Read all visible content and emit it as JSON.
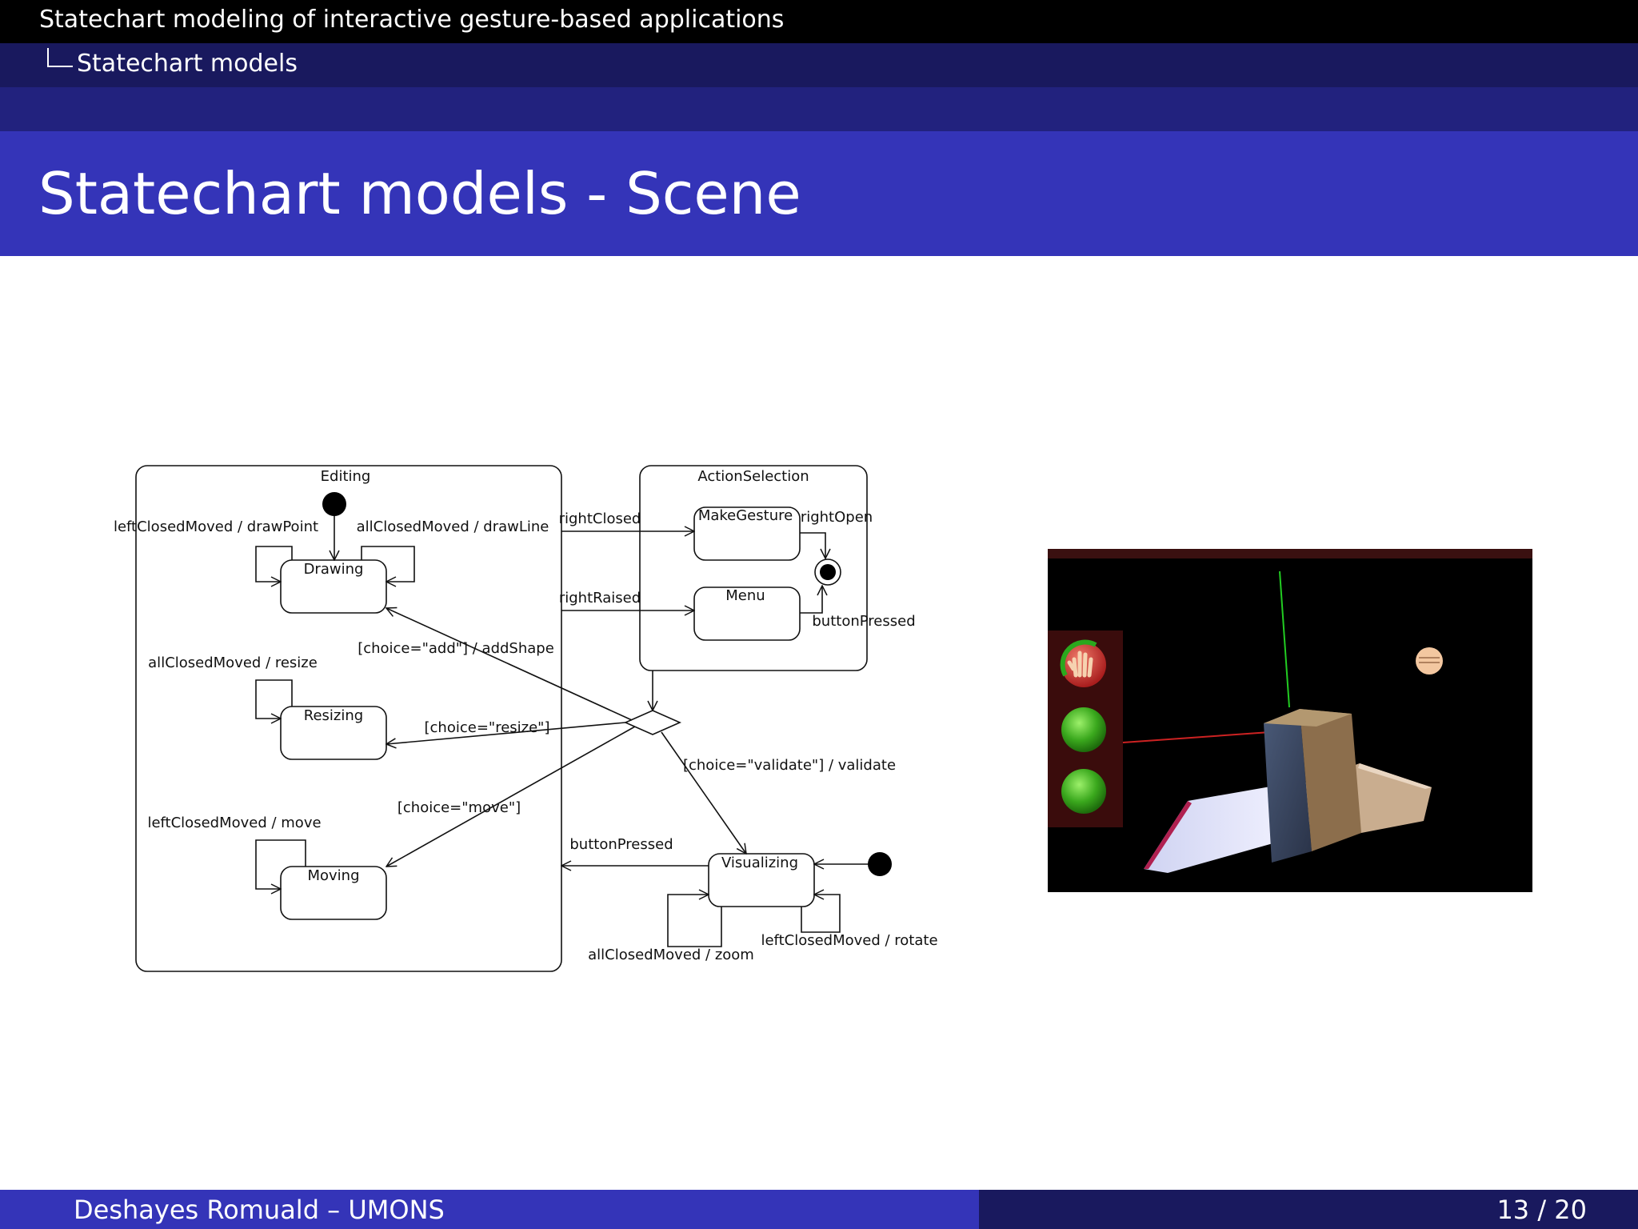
{
  "header": {
    "presentation_title": "Statechart modeling of interactive gesture-based applications",
    "section": "Statechart models"
  },
  "slide": {
    "title": "Statechart models - Scene"
  },
  "diagram": {
    "composites": {
      "editing": "Editing",
      "action_selection": "ActionSelection"
    },
    "states": {
      "drawing": "Drawing",
      "resizing": "Resizing",
      "moving": "Moving",
      "make_gesture": "MakeGesture",
      "menu": "Menu",
      "visualizing": "Visualizing"
    },
    "transitions": {
      "left_closed_draw_point": "leftClosedMoved / drawPoint",
      "all_closed_draw_line": "allClosedMoved / drawLine",
      "all_closed_resize": "allClosedMoved / resize",
      "left_closed_move": "leftClosedMoved / move",
      "right_closed": "rightClosed",
      "right_raised": "rightRaised",
      "right_open": "rightOpen",
      "button_pressed_menu": "buttonPressed",
      "choice_add": "[choice=\"add\"] / addShape",
      "choice_resize": "[choice=\"resize\"]",
      "choice_move": "[choice=\"move\"]",
      "choice_validate": "[choice=\"validate\"] / validate",
      "button_pressed_vis": "buttonPressed",
      "all_closed_zoom": "allClosedMoved / zoom",
      "left_closed_rotate": "leftClosedMoved / rotate"
    }
  },
  "footer": {
    "author": "Deshayes Romuald – UMONS",
    "page": "13 / 20"
  },
  "colors": {
    "header_black": "#000000",
    "header_navy": "#19195e",
    "header_mid": "#22227e",
    "title_blue": "#3434b8"
  }
}
